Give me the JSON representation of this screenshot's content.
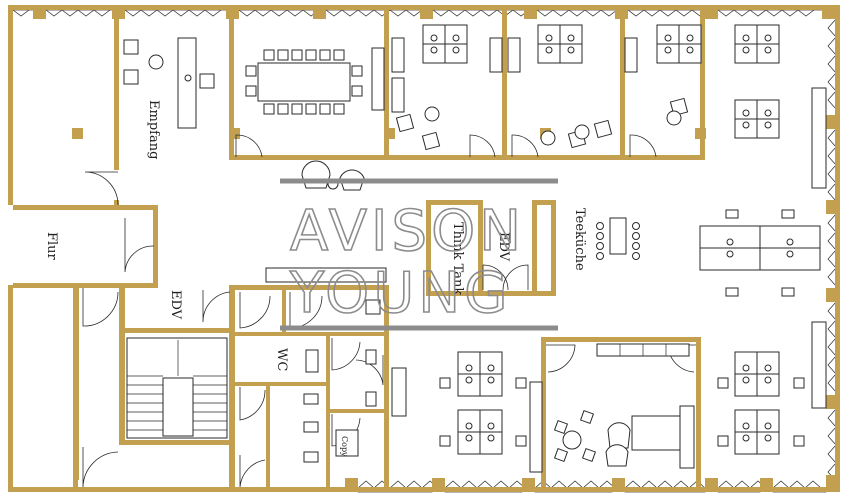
{
  "rooms": {
    "empfang": "Empfang",
    "flur": "Flur",
    "think_tank": "Think Tank",
    "edv_center": "EDV",
    "teekueche": "Teeküche",
    "edv_left": "EDV",
    "wc": "WC",
    "copy": "Copy"
  },
  "watermark": {
    "line1": "AVISON",
    "line2": "YOUNG",
    "color": "#8c8c8c"
  },
  "colors": {
    "wall": "#c3a050",
    "furniture": "#2a2a2a",
    "background": "#ffffff"
  }
}
